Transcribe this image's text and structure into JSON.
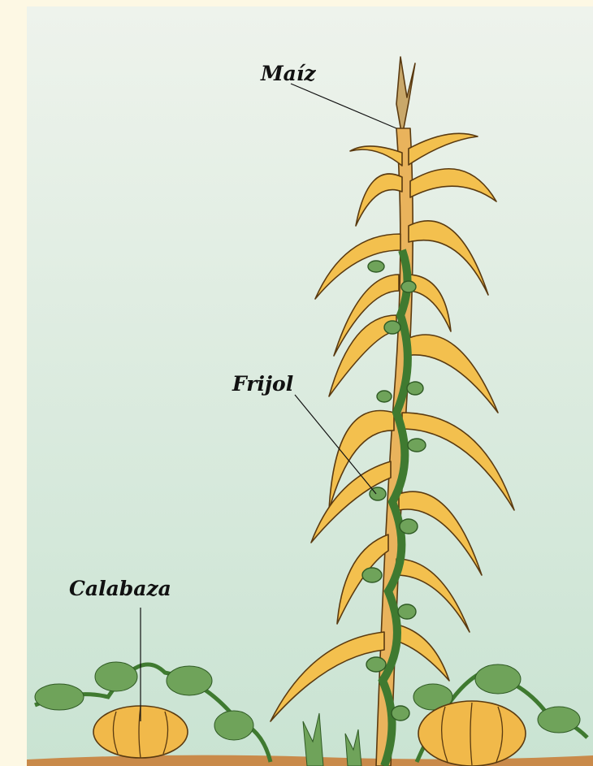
{
  "labels": {
    "maiz": "Maíz",
    "frijol": "Frijol",
    "calabaza": "Calabaza"
  },
  "colors": {
    "page_margin": "#fdf8e4",
    "sky_top": "#eef3ec",
    "sky_bottom": "#c9e3d2",
    "leaf_fill": "#f3c04e",
    "leaf_stroke": "#5a3a10",
    "vine_fill": "#6fa35a",
    "pumpkin_fill": "#f1b94a",
    "soil": "#c98a4a"
  }
}
